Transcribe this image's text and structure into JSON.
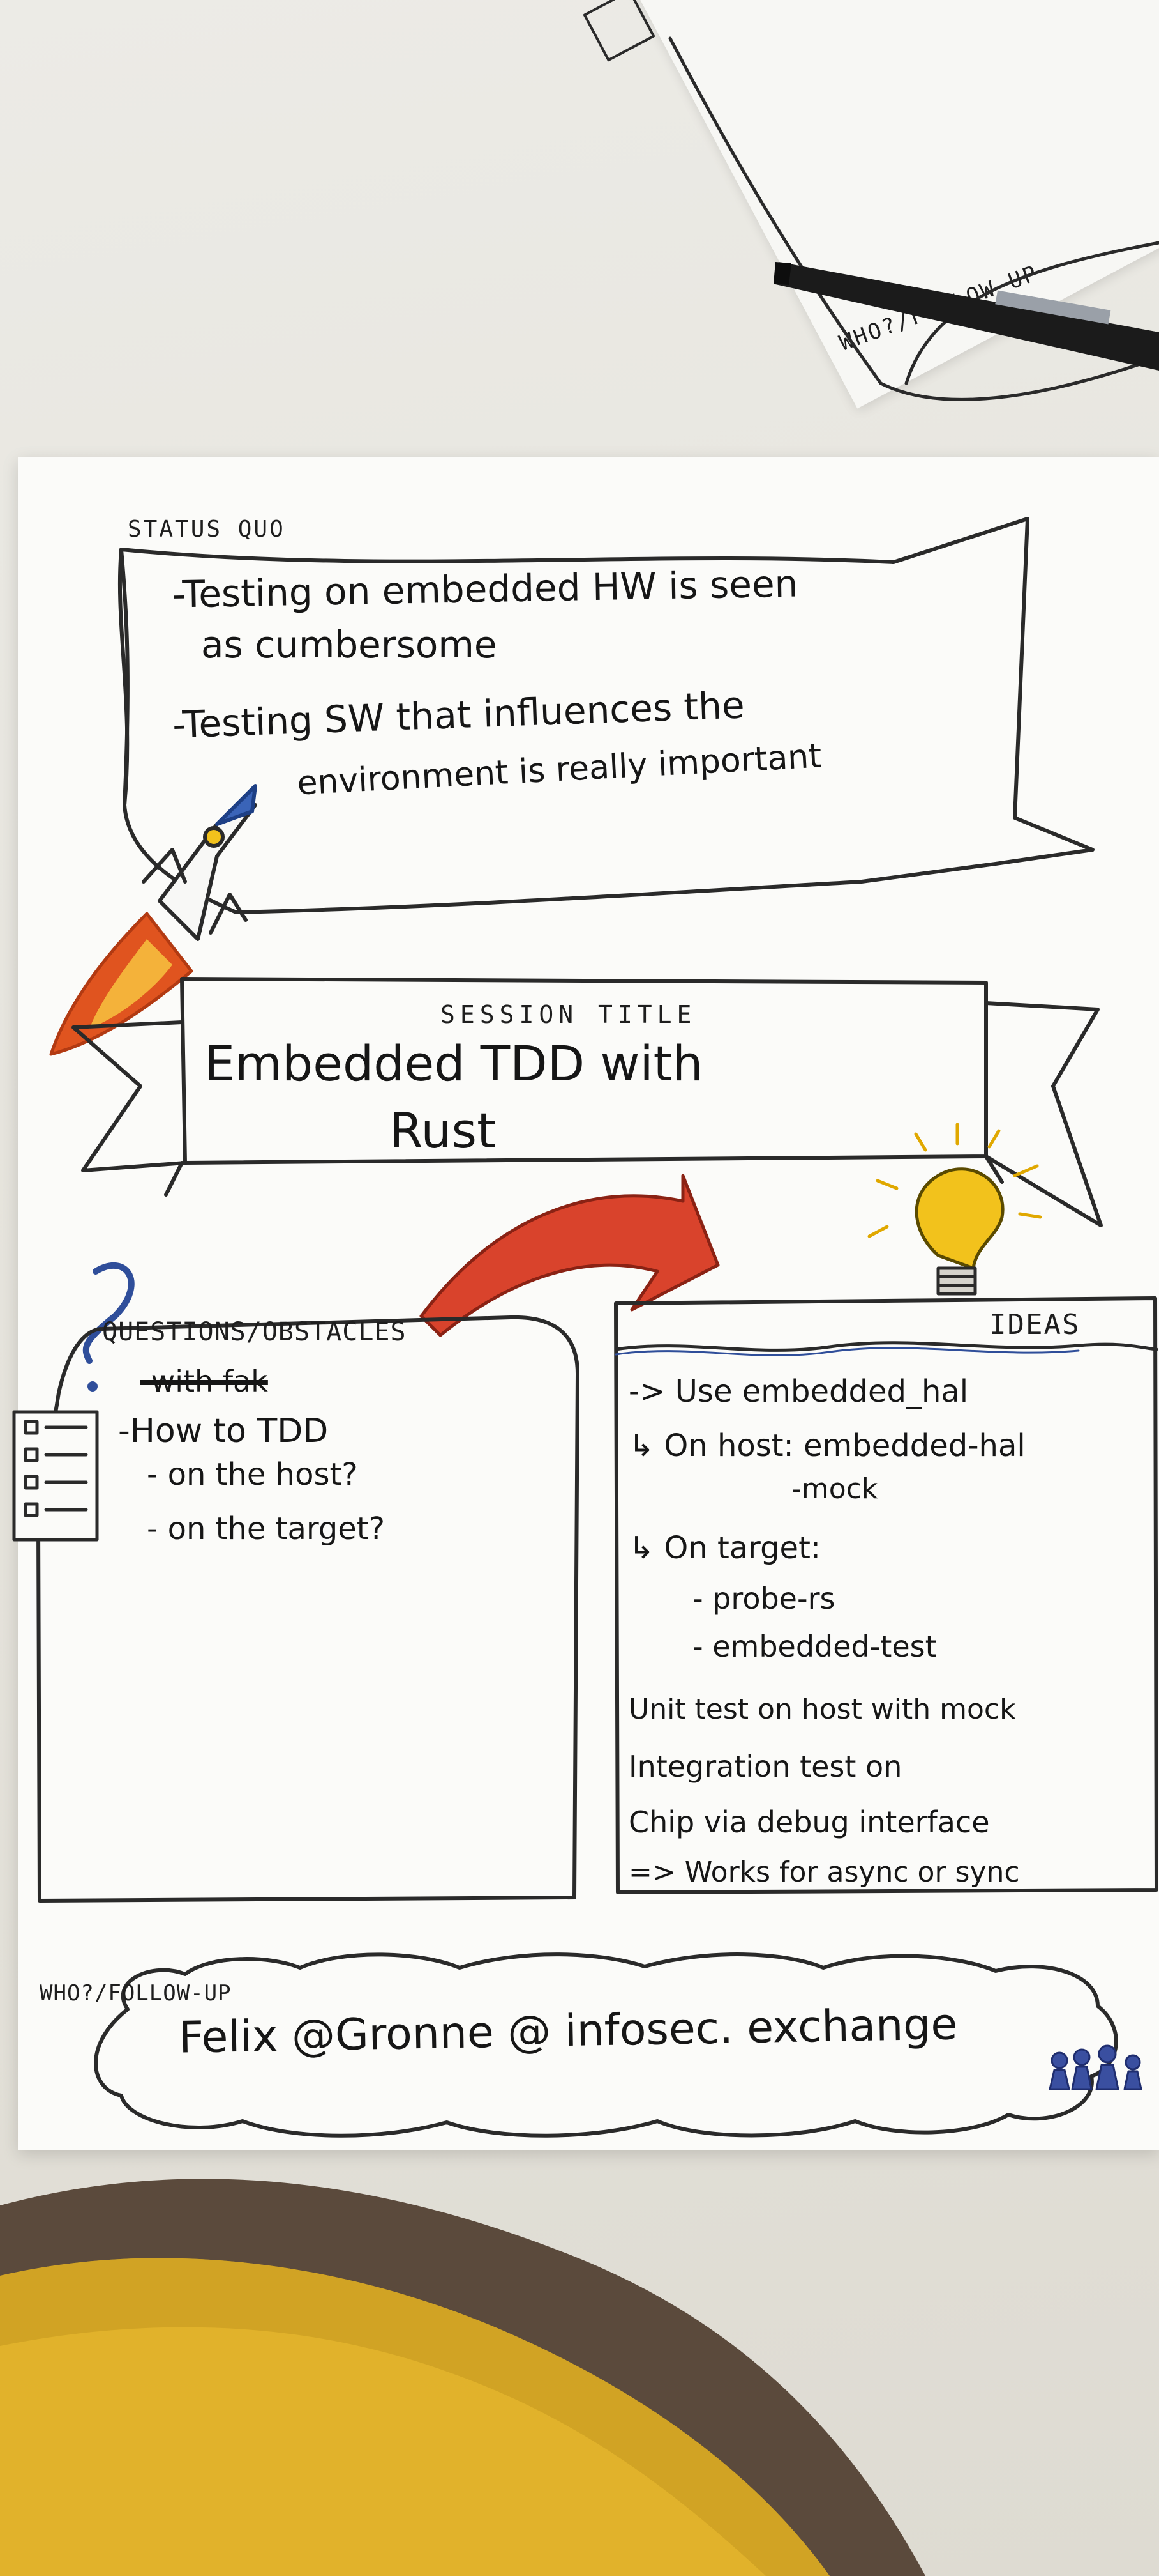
{
  "status_quo": {
    "heading": "STATUS QUO",
    "lines": [
      "-Testing on embedded HW is seen",
      "as cumbersome",
      "-Testing SW that influences the",
      "environment is really important"
    ]
  },
  "session": {
    "heading": "SESSION TITLE",
    "title_line1": "Embedded TDD with",
    "title_line2": "Rust"
  },
  "questions": {
    "heading": "QUESTIONS/OBSTACLES",
    "crossed": "-with fak",
    "lines": [
      "-How to TDD",
      "- on the host?",
      "- on the target?"
    ]
  },
  "ideas": {
    "heading": "IDEAS",
    "lines": [
      "-> Use embedded_hal",
      "↳ On host: embedded-hal",
      "-mock",
      "↳ On target:",
      "- probe-rs",
      "- embedded-test",
      "Unit test on host with mock",
      "Integration test on",
      "Chip via debug interface",
      "=> Works for async or sync"
    ]
  },
  "followup": {
    "heading": "WHO?/FOLLOW-UP",
    "text": "Felix @Gronne @ infosec. exchange"
  },
  "back_sheet": {
    "heading": "WHO?/FOLLOW-UP"
  },
  "colors": {
    "ink": "#161616",
    "rocket_flame": "#e0541f",
    "rocket_tip": "#3a64b8",
    "arrow": "#d9432c",
    "bulb": "#f2c21c",
    "fabric": "#e1b22b"
  }
}
